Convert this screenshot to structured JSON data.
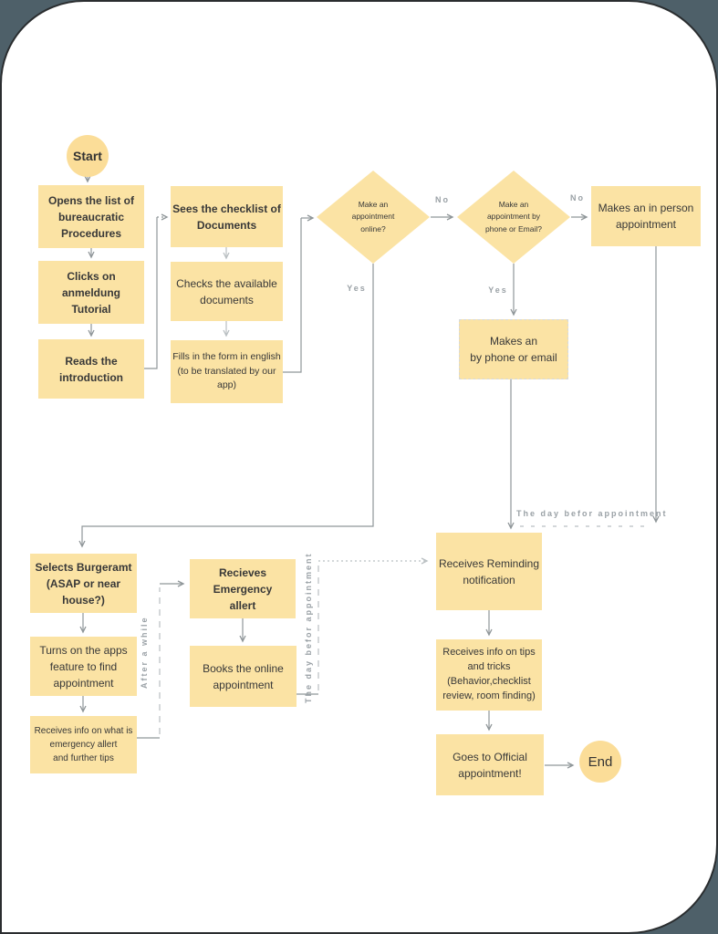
{
  "colors": {
    "background": "#4e6069",
    "surface": "#ffffff",
    "node_fill": "#fbe3a4",
    "terminal_fill": "#fbdd98",
    "node_text": "#383838",
    "connector": "#8f9699",
    "connector_light": "#b9bfc2",
    "edge_label": "#9aa1a6"
  },
  "terminals": {
    "start": {
      "label": "Start"
    },
    "end": {
      "label": "End"
    }
  },
  "nodes": [
    {
      "id": "opens-list",
      "label": "Opens the list of\nbureaucratic\nProcedures"
    },
    {
      "id": "clicks-anmeldung",
      "label": "Clicks on anmeldung\nTutorial"
    },
    {
      "id": "reads-introduction",
      "label": "Reads the\nintroduction"
    },
    {
      "id": "sees-checklist",
      "label": "Sees the checklist of\nDocuments"
    },
    {
      "id": "checks-documents",
      "label": "Checks the available\ndocuments"
    },
    {
      "id": "fills-form",
      "label": "Fills in the form in english\n(to be translated by our\napp)"
    },
    {
      "id": "in-person",
      "label": "Makes an in person\nappointment"
    },
    {
      "id": "phone-email",
      "label": "Makes an\nby phone or email"
    },
    {
      "id": "selects-burgeramt",
      "label": "Selects Burgeramt\n(ASAP or near\nhouse?)"
    },
    {
      "id": "turns-on-apps",
      "label": "Turns on the apps\nfeature to find\nappointment"
    },
    {
      "id": "receives-info-emergency",
      "label": "Receives info on what is\nemergency allert\nand further tips"
    },
    {
      "id": "recieves-emergency-allert",
      "label": "Recieves Emergency\nallert"
    },
    {
      "id": "books-online",
      "label": "Books the online\nappointment"
    },
    {
      "id": "receives-reminding",
      "label": "Receives Reminding\nnotification"
    },
    {
      "id": "receives-tips",
      "label": "Receives info on tips\nand tricks\n(Behavior,checklist\nreview, room finding)"
    },
    {
      "id": "goes-official",
      "label": "Goes to Official\nappointment!"
    }
  ],
  "decisions": [
    {
      "id": "appointment-online",
      "label": "Make an\nappointment\nonline?"
    },
    {
      "id": "appointment-phone-email",
      "label": "Make an\nappointment by\nphone or Email?"
    }
  ],
  "edge_labels": {
    "no1": "No",
    "no2": "No",
    "yes1": "Yes",
    "yes2": "Yes",
    "after_a_while": "After a while",
    "day_before_vertical": "The day befor appointment",
    "day_before_horizontal": "The day befor appointment"
  },
  "edges": [
    {
      "from": "start",
      "to": "opens-list"
    },
    {
      "from": "opens-list",
      "to": "clicks-anmeldung"
    },
    {
      "from": "clicks-anmeldung",
      "to": "reads-introduction"
    },
    {
      "from": "reads-introduction",
      "to": "sees-checklist"
    },
    {
      "from": "sees-checklist",
      "to": "checks-documents"
    },
    {
      "from": "checks-documents",
      "to": "fills-form"
    },
    {
      "from": "fills-form",
      "to": "appointment-online"
    },
    {
      "from": "appointment-online",
      "to": "appointment-phone-email",
      "label": "No"
    },
    {
      "from": "appointment-phone-email",
      "to": "in-person",
      "label": "No"
    },
    {
      "from": "appointment-online",
      "to": "selects-burgeramt",
      "label": "Yes"
    },
    {
      "from": "appointment-phone-email",
      "to": "phone-email",
      "label": "Yes"
    },
    {
      "from": "phone-email",
      "to": "receives-reminding"
    },
    {
      "from": "in-person",
      "to": "receives-reminding",
      "label": "The day befor appointment"
    },
    {
      "from": "selects-burgeramt",
      "to": "turns-on-apps"
    },
    {
      "from": "turns-on-apps",
      "to": "receives-info-emergency"
    },
    {
      "from": "receives-info-emergency",
      "to": "recieves-emergency-allert",
      "label": "After a while"
    },
    {
      "from": "recieves-emergency-allert",
      "to": "books-online"
    },
    {
      "from": "books-online",
      "to": "receives-reminding",
      "label": "The day befor appointment"
    },
    {
      "from": "receives-reminding",
      "to": "receives-tips"
    },
    {
      "from": "receives-tips",
      "to": "goes-official"
    },
    {
      "from": "goes-official",
      "to": "end"
    }
  ]
}
